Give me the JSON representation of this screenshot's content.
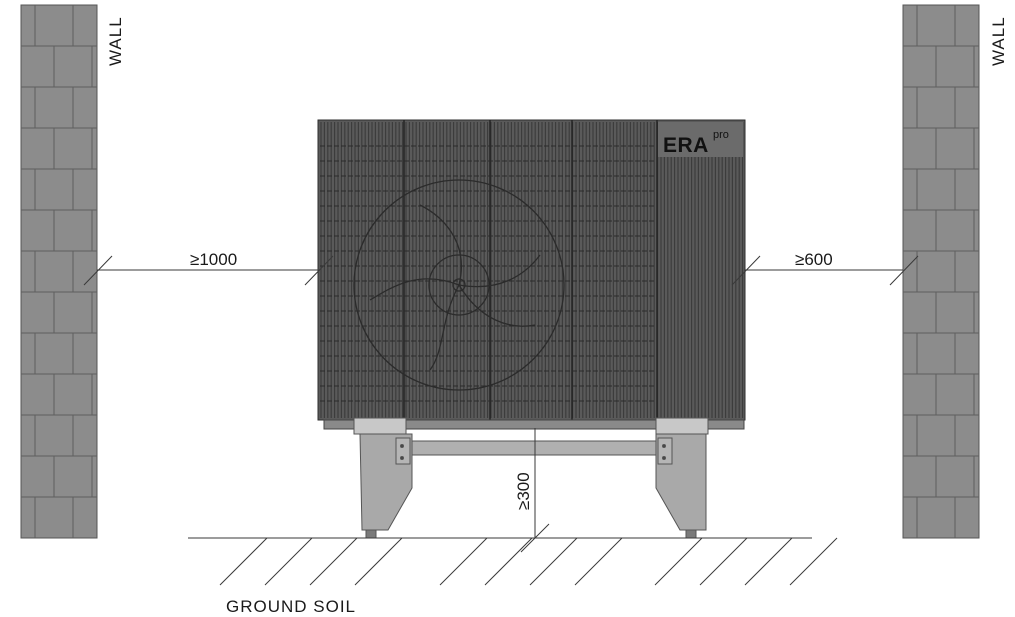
{
  "labels": {
    "wall_left": "WALL",
    "wall_right": "WALL",
    "ground": "GROUND SOIL"
  },
  "dimensions": {
    "left_clearance": "≥1000",
    "right_clearance": "≥600",
    "height_clearance": "≥300"
  },
  "logo": {
    "brand": "ERA",
    "suffix": "pro"
  },
  "colors": {
    "wall": "#8c8c8c",
    "wall_mortar": "#5e5e5e",
    "unit_body": "#5a5a5a",
    "unit_grille": "#3a3a3a",
    "stand": "#a9a9a9",
    "line": "#3a3a3a"
  }
}
